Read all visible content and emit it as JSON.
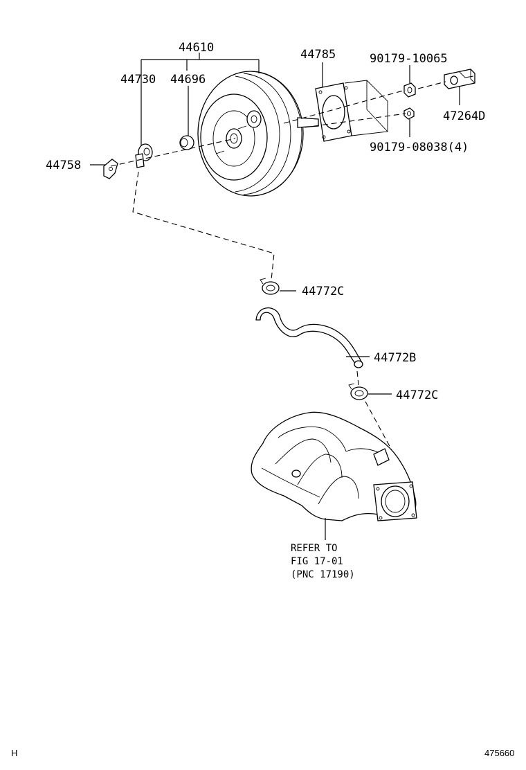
{
  "labels": {
    "p44610": "44610",
    "p44730": "44730",
    "p44696": "44696",
    "p44785": "44785",
    "p90179_10065": "90179-10065",
    "p47264D": "47264D",
    "p90179_08038": "90179-08038(4)",
    "p44758": "44758",
    "p44772C_top": "44772C",
    "p44772B": "44772B",
    "p44772C_bottom": "44772C"
  },
  "refer": {
    "line1": "REFER TO",
    "line2": "FIG 17-01",
    "line3": "(PNC 17190)"
  },
  "footer": {
    "left": "H",
    "right": "475660"
  }
}
